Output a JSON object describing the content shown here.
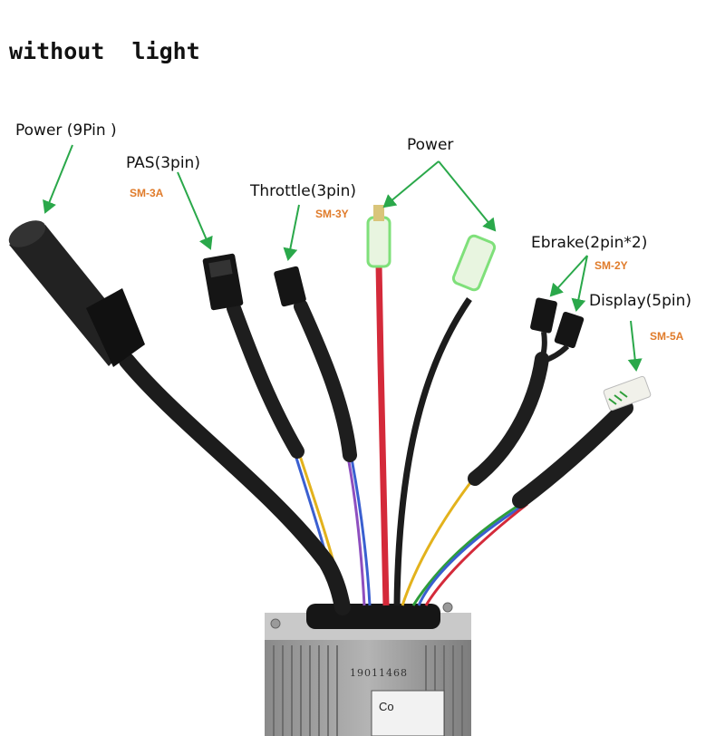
{
  "title": "without  light",
  "labels": {
    "power_9pin": "Power  (9Pin )",
    "pas": "PAS(3pin)",
    "pas_code": "SM-3A",
    "throttle": "Throttle(3pin)",
    "throttle_code": "SM-3Y",
    "power": "Power",
    "ebrake": "Ebrake(2pin*2)",
    "ebrake_code": "SM-2Y",
    "display": "Display(5pin)",
    "display_code": "SM-5A"
  },
  "controller": {
    "serial": "19011468",
    "plate_text": "Co"
  },
  "colors": {
    "arrow": "#2aa84a",
    "code_text": "#e07b2a",
    "cable": "#1c1c1c",
    "red_wire": "#d42a3a",
    "connector_glow": "#7fe07a"
  }
}
